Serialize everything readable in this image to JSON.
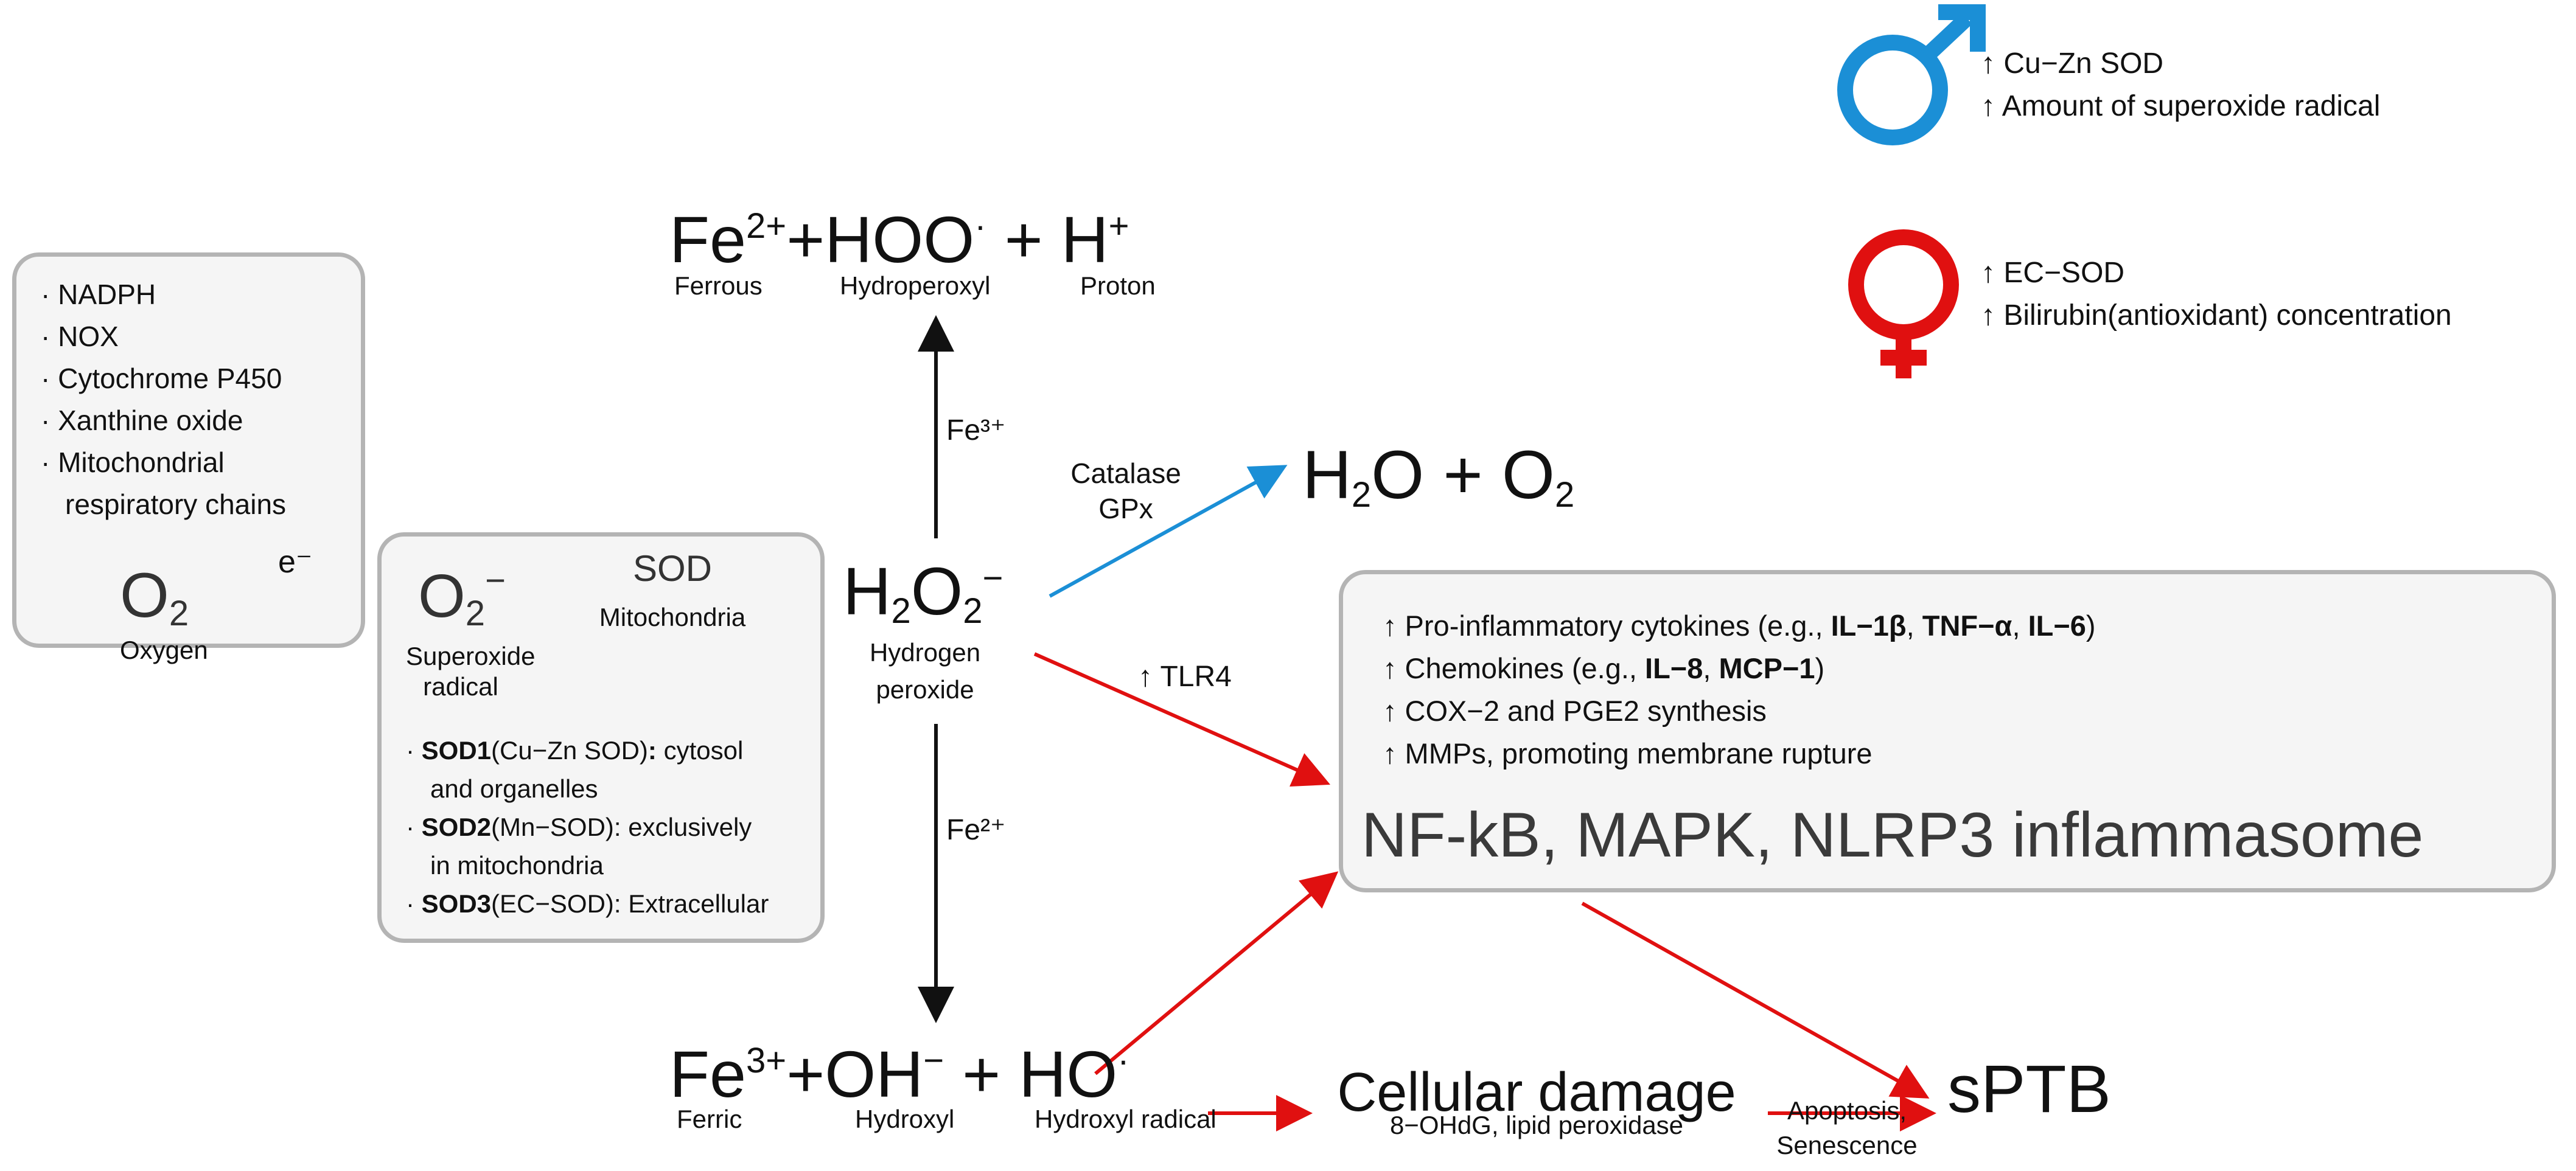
{
  "colors": {
    "black": "#111111",
    "red": "#e01010",
    "blue": "#1b8fd6",
    "box_fill": "#f5f5f5",
    "box_border": "#b4b4b4"
  },
  "sources": {
    "items": [
      "· NADPH",
      "· NOX",
      "· Cytochrome P450",
      "· Xanthine oxide",
      "· Mitochondrial",
      "respiratory chains"
    ],
    "o2": {
      "base": "O",
      "sub": "2"
    },
    "o2_label": "Oxygen",
    "electron": "e⁻"
  },
  "superoxide": {
    "base": "O",
    "sub": "2",
    "sup": "−",
    "label_line1": "Superoxide",
    "label_line2": "radical",
    "sod_label": "SOD",
    "mito_label": "Mitochondria",
    "sod_types": [
      {
        "prefix": "· ",
        "bold": "SOD1",
        "rest": "(Cu−Zn SOD)",
        "bold2": ":",
        "tail": " cytosol"
      },
      {
        "prefix": "",
        "bold": "",
        "rest": "and organelles",
        "bold2": "",
        "tail": ""
      },
      {
        "prefix": "· ",
        "bold": "SOD2",
        "rest": "(Mn−SOD): exclusively",
        "bold2": "",
        "tail": ""
      },
      {
        "prefix": "",
        "bold": "",
        "rest": "in mitochondria",
        "bold2": "",
        "tail": ""
      },
      {
        "prefix": "· ",
        "bold": "SOD3",
        "rest": "(EC−SOD): Extracellular",
        "bold2": "",
        "tail": ""
      }
    ]
  },
  "h2o2": {
    "h": "H",
    "sub1": "2",
    "o": "O",
    "sub2": "2",
    "sup": "−",
    "label_line1": "Hydrogen",
    "label_line2": "peroxide"
  },
  "top_reaction": {
    "fe": "Fe",
    "fe_sup": "2+",
    "plus1": "+HOO",
    "dot": "·",
    "plus2": " + H",
    "h_sup": "+",
    "fe_label": "Ferrous",
    "hoo_label": "Hydroperoxyl",
    "h_label": "Proton",
    "catalyst": "Fe³⁺"
  },
  "water": {
    "h": "H",
    "sub1": "2",
    "mid": "O + O",
    "sub2": "2",
    "enzyme_line1": "Catalase",
    "enzyme_line2": "GPx"
  },
  "bottom_reaction": {
    "fe": "Fe",
    "fe_sup": "3+",
    "plus1": "+OH",
    "oh_sup": "−",
    "plus2": "+ HO",
    "dot": "·",
    "fe_label": "Ferric",
    "oh_label": "Hydroxyl",
    "ho_label": "Hydroxyl radical",
    "catalyst": "Fe²⁺"
  },
  "tlr4": "↑ TLR4",
  "inflammation": {
    "lines": [
      {
        "text": "↑ Pro-inflammatory cytokines (e.g., ",
        "b1": "IL−1β",
        "m1": ", ",
        "b2": "TNF−α",
        "m2": ", ",
        "b3": "IL−6",
        "end": ")"
      },
      {
        "text": "↑ Chemokines (e.g., ",
        "b1": "IL−8",
        "m1": ", ",
        "b2": "MCP−1",
        "m2": "",
        "b3": "",
        "end": ")"
      },
      {
        "text": "↑ COX−2 and PGE2 synthesis",
        "b1": "",
        "m1": "",
        "b2": "",
        "m2": "",
        "b3": "",
        "end": ""
      },
      {
        "text": "↑ MMPs, promoting membrane rupture",
        "b1": "",
        "m1": "",
        "b2": "",
        "m2": "",
        "b3": "",
        "end": ""
      }
    ],
    "pathway": "NF-kB, MAPK, NLRP3 inflammasome"
  },
  "damage": {
    "title": "Cellular damage",
    "subtitle": "8−OHdG, lipid peroxidase"
  },
  "outcome": {
    "label": "sPTB",
    "edge_line1": "Apoptosis,",
    "edge_line2": "Senescence"
  },
  "sex": {
    "male": [
      "↑ Cu−Zn SOD",
      "↑ Amount of superoxide radical"
    ],
    "female": [
      "↑ EC−SOD",
      "↑ Bilirubin(antioxidant) concentration"
    ]
  }
}
